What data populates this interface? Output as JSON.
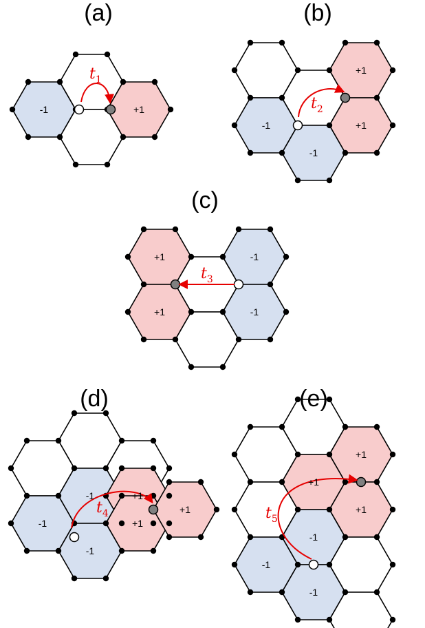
{
  "colors": {
    "red_fill": "#f8cccc",
    "blue_fill": "#d6e0f0",
    "edge": "#000000",
    "arrow": "#e60000",
    "site_start": "#ffffff",
    "site_end": "#808080"
  },
  "panels": [
    {
      "label": "(a)",
      "hop_symbol": "t",
      "hop_index": "1",
      "cells": [
        {
          "fill": "blue",
          "label": "-1"
        },
        {
          "fill": "white",
          "label": ""
        },
        {
          "fill": "white",
          "label": ""
        },
        {
          "fill": "red",
          "label": "+1"
        }
      ]
    },
    {
      "label": "(b)",
      "hop_symbol": "t",
      "hop_index": "2",
      "cells": [
        {
          "fill": "white",
          "label": ""
        },
        {
          "fill": "red",
          "label": "+1"
        },
        {
          "fill": "blue",
          "label": "-1"
        },
        {
          "fill": "white",
          "label": ""
        },
        {
          "fill": "red",
          "label": "+1"
        },
        {
          "fill": "blue",
          "label": "-1"
        }
      ]
    },
    {
      "label": "(c)",
      "hop_symbol": "t",
      "hop_index": "3",
      "cells": [
        {
          "fill": "red",
          "label": "+1"
        },
        {
          "fill": "red",
          "label": "+1"
        },
        {
          "fill": "white",
          "label": ""
        },
        {
          "fill": "white",
          "label": ""
        },
        {
          "fill": "blue",
          "label": "-1"
        },
        {
          "fill": "blue",
          "label": "-1"
        }
      ]
    },
    {
      "label": "(d)",
      "hop_symbol": "t",
      "hop_index": "4",
      "cells": [
        {
          "fill": "white",
          "label": ""
        },
        {
          "fill": "white",
          "label": ""
        },
        {
          "fill": "white",
          "label": ""
        },
        {
          "fill": "blue",
          "label": "-1"
        },
        {
          "fill": "blue",
          "label": "-1"
        },
        {
          "fill": "red",
          "label": "+1"
        },
        {
          "fill": "red",
          "label": "+1"
        },
        {
          "fill": "blue",
          "label": "-1"
        },
        {
          "fill": "red",
          "label": "+1"
        }
      ]
    },
    {
      "label": "(e)",
      "hop_symbol": "t",
      "hop_index": "5",
      "cells": [
        {
          "fill": "white",
          "label": ""
        },
        {
          "fill": "white",
          "label": ""
        },
        {
          "fill": "white",
          "label": ""
        },
        {
          "fill": "red",
          "label": "+1"
        },
        {
          "fill": "blue",
          "label": "-1"
        },
        {
          "fill": "blue",
          "label": "-1"
        },
        {
          "fill": "red",
          "label": "+1"
        },
        {
          "fill": "red",
          "label": "+1"
        },
        {
          "fill": "blue",
          "label": "-1"
        },
        {
          "fill": "white",
          "label": ""
        },
        {
          "fill": "white",
          "label": ""
        }
      ]
    }
  ]
}
